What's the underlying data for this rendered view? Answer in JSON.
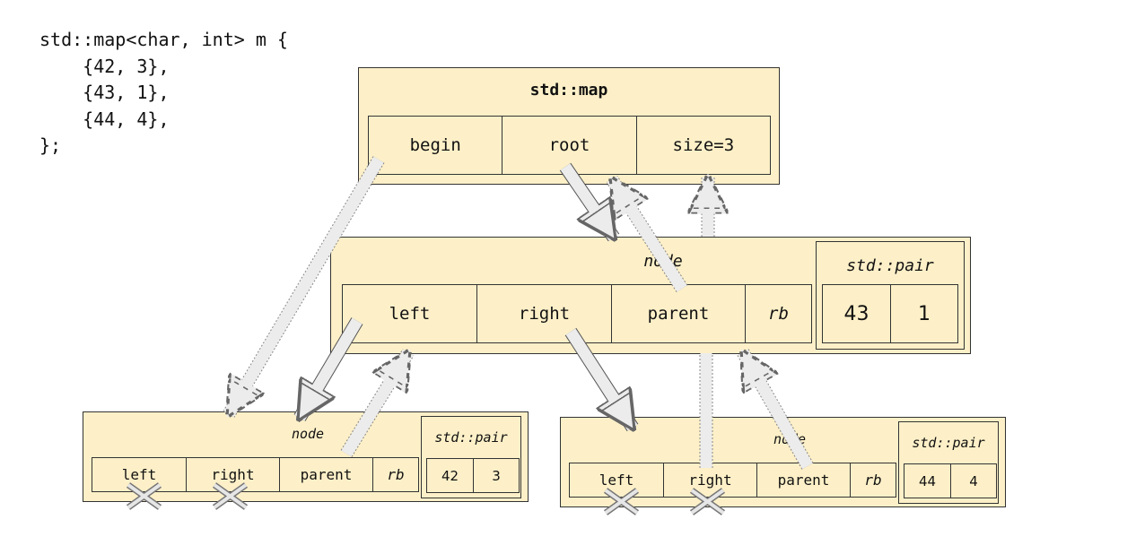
{
  "code": {
    "lines": [
      "std::map<char, int> m {",
      "    {42, 3},",
      "    {43, 1},",
      "    {44, 4},",
      "};"
    ]
  },
  "map": {
    "title": "std::map",
    "fields": [
      "begin",
      "root",
      "size=3"
    ]
  },
  "root_node": {
    "label": "node",
    "fields": [
      "left",
      "right",
      "parent",
      "rb"
    ],
    "pair_title": "std::pair",
    "pair_values": [
      "43",
      "1"
    ]
  },
  "left_node": {
    "label": "node",
    "fields": [
      "left",
      "right",
      "parent",
      "rb"
    ],
    "pair_title": "std::pair",
    "pair_values": [
      "42",
      "3"
    ]
  },
  "right_node": {
    "label": "node",
    "fields": [
      "left",
      "right",
      "parent",
      "rb"
    ],
    "pair_title": "std::pair",
    "pair_values": [
      "44",
      "4"
    ]
  },
  "colors": {
    "box_fill": "#fdf0c8",
    "arrow_fill": "#ececec",
    "border": "#333333"
  }
}
